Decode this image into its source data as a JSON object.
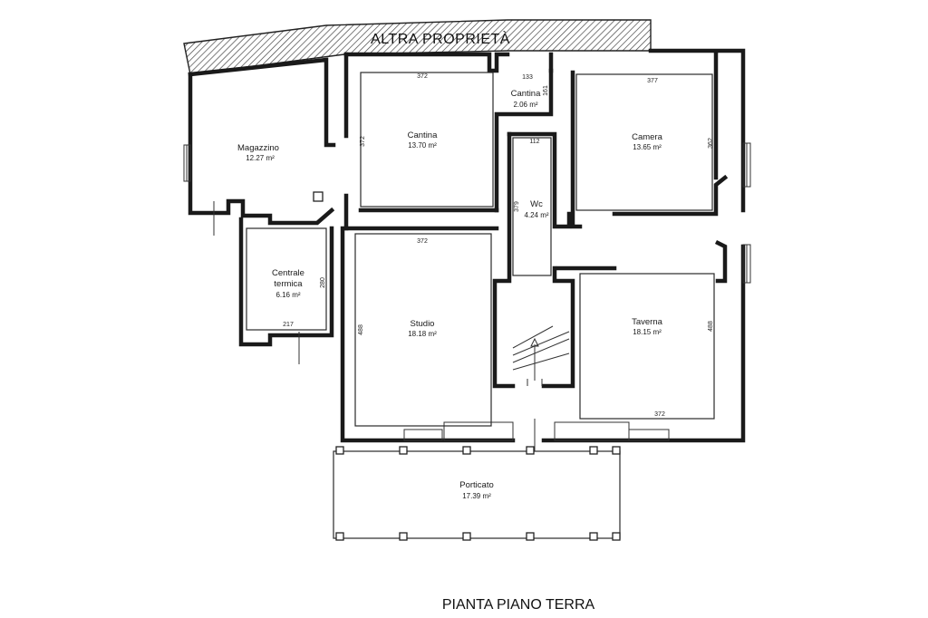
{
  "banner": "ALTRA PROPRIETÀ",
  "title": "PIANTA PIANO TERRA",
  "rooms": {
    "magazzino": {
      "name": "Magazzino",
      "area": "12.27 m²"
    },
    "cantina_main": {
      "name": "Cantina",
      "area": "13.70 m²"
    },
    "cantina_small": {
      "name": "Cantina",
      "area": "2.06 m²"
    },
    "camera": {
      "name": "Camera",
      "area": "13.65 m²"
    },
    "wc": {
      "name": "Wc",
      "area": "4.24 m²"
    },
    "centrale": {
      "name_line1": "Centrale",
      "name_line2": "termica",
      "area": "6.16 m²"
    },
    "studio": {
      "name": "Studio",
      "area": "18.18 m²"
    },
    "taverna": {
      "name": "Taverna",
      "area": "18.15 m²"
    },
    "porticato": {
      "name": "Porticato",
      "area": "17.39 m²"
    }
  },
  "dimensions": {
    "cantina_top": "372",
    "cantina_small_top": "133",
    "cantina_small_side": "161",
    "cantina_side": "372",
    "camera_top": "377",
    "camera_side": "362",
    "wc_top": "112",
    "wc_side": "379",
    "studio_top": "372",
    "studio_side": "488",
    "centrale_side": "280",
    "centrale_bottom": "217",
    "taverna_side": "488",
    "taverna_bottom": "372"
  }
}
